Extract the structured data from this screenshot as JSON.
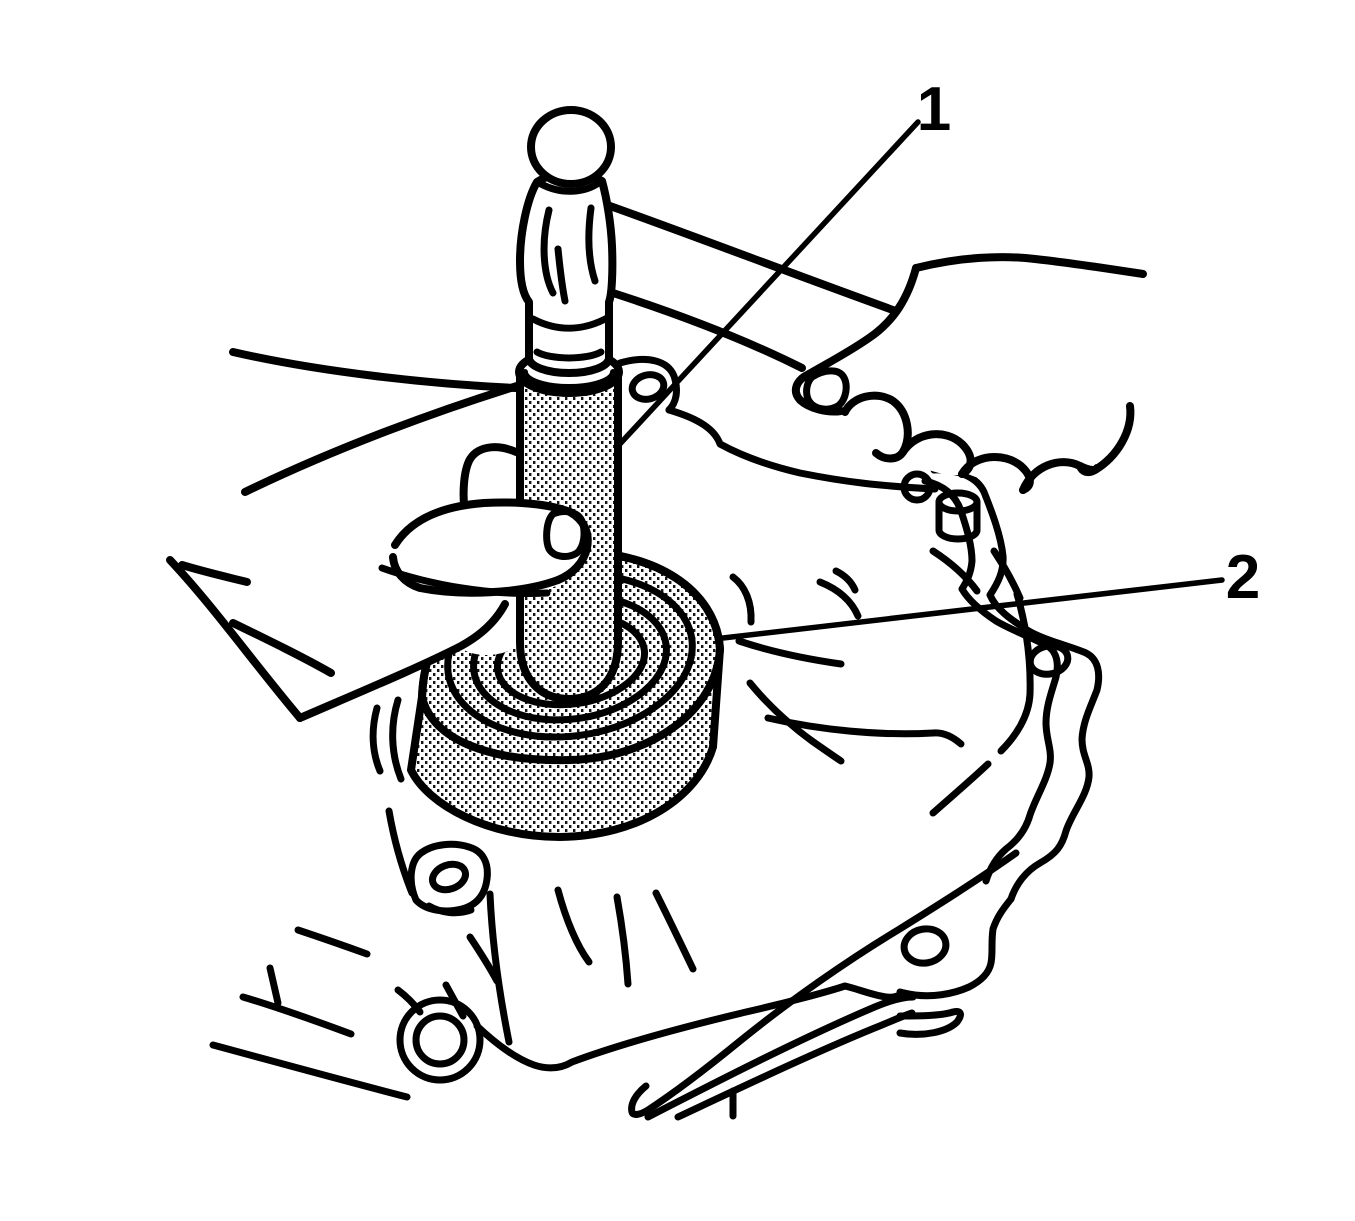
{
  "figure": {
    "colors": {
      "line": "#000000",
      "background": "#ffffff",
      "halftone_dot": "#141414"
    },
    "callouts": [
      {
        "label": "1",
        "part": "seal-driver-tool"
      },
      {
        "label": "2",
        "part": "bearing"
      }
    ]
  }
}
